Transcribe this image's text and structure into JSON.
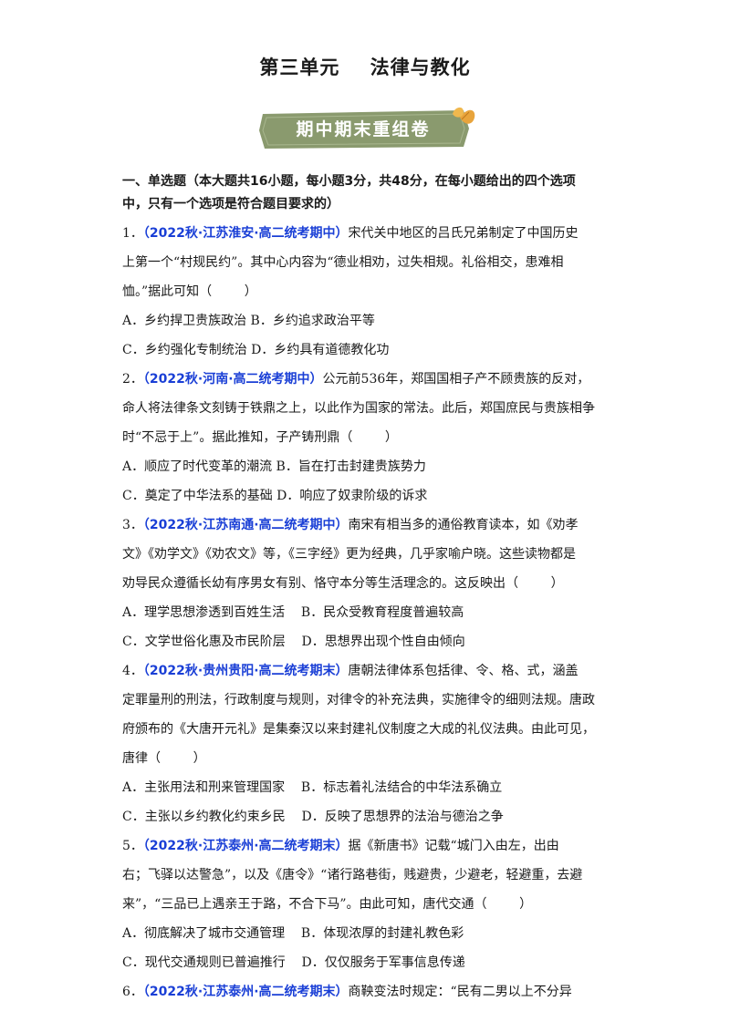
{
  "title": "第三单元    法律与教化",
  "banner": {
    "label": "期中期末重组卷",
    "color": "#8a9a6e",
    "accent_leaf": "#e8a43c"
  },
  "section": {
    "line1": "一、单选题（本大题共16小题，每小题3分，共48分，在每小题给出的四个选项",
    "line2": "中，只有一个选项是符合题目要求的）"
  },
  "questions": [
    {
      "num": "1．",
      "source": "（2022秋·江苏淮安·高二统考期中）",
      "lines": [
        "宋代关中地区的吕氏兄弟制定了中国历史",
        "上第一个“村规民约”。其中心内容为“德业相劝，过失相规。礼俗相交，患难相",
        "恤。”据此可知（        ）"
      ],
      "options": [
        "A．乡约捍卫贵族政治 B．乡约追求政治平等",
        "C．乡约强化专制统治 D．乡约具有道德教化功"
      ]
    },
    {
      "num": "2．",
      "source": "（2022秋·河南·高二统考期中）",
      "lines": [
        "公元前536年，郑国国相子产不顾贵族的反对，",
        "命人将法律条文刻铸于铁鼎之上，以此作为国家的常法。此后，郑国庶民与贵族相争",
        "时“不忌于上”。据此推知，子产铸刑鼎（        ）"
      ],
      "options": [
        "A．顺应了时代变革的潮流 B．旨在打击封建贵族势力",
        "C．奠定了中华法系的基础 D．响应了奴隶阶级的诉求"
      ]
    },
    {
      "num": "3．",
      "source": "（2022秋·江苏南通·高二统考期中）",
      "lines": [
        "南宋有相当多的通俗教育读本，如《劝孝",
        "文》《劝学文》《劝农文》等，《三字经》更为经典，几乎家喻户晓。这些读物都是",
        "劝导民众遵循长幼有序男女有别、恪守本分等生活理念的。这反映出（        ）"
      ],
      "options": [
        "A．理学思想渗透到百姓生活    B．民众受教育程度普遍较高",
        "C．文学世俗化惠及市民阶层    D．思想界出现个性自由倾向"
      ]
    },
    {
      "num": "4．",
      "source": "（2022秋·贵州贵阳·高二统考期末）",
      "lines": [
        "唐朝法律体系包括律、令、格、式，涵盖",
        "定罪量刑的刑法，行政制度与规则，对律令的补充法典，实施律令的细则法规。唐政",
        "府颁布的《大唐开元礼》是集秦汉以来封建礼仪制度之大成的礼仪法典。由此可见，",
        "唐律（        ）"
      ],
      "options": [
        "A．主张用法和刑来管理国家    B．标志着礼法结合的中华法系确立",
        "C．主张以乡约教化约束乡民    D．反映了思想界的法治与德治之争"
      ]
    },
    {
      "num": "5．",
      "source": "（2022秋·江苏泰州·高二统考期末）",
      "lines": [
        "据《新唐书》记载“城门入由左，出由",
        "右；飞驿以达警急”，以及《唐令》“诸行路巷街，贱避贵，少避老，轻避重，去避",
        "来”，“三品已上遇亲王于路，不合下马”。由此可知，唐代交通（        ）"
      ],
      "options": [
        "A．彻底解决了城市交通管理    B．体现浓厚的封建礼教色彩",
        "C．现代交通规则已普遍推行    D．仅仅服务于军事信息传递"
      ]
    },
    {
      "num": "6．",
      "source": "（2022秋·江苏泰州·高二统考期末）",
      "lines": [
        "商鞅变法时规定：“民有二男以上不分异"
      ],
      "options": []
    }
  ]
}
